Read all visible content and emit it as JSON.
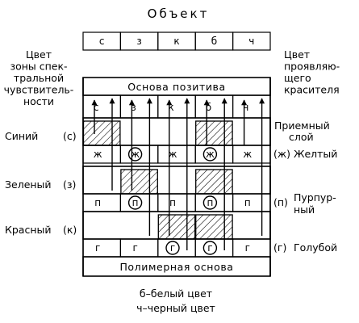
{
  "title": "Объект",
  "object_cells": [
    "с",
    "з",
    "к",
    "б",
    "ч"
  ],
  "left_header": [
    "Цвет",
    "зоны спек-",
    "тральной",
    "чувствитель-",
    "ности"
  ],
  "right_header": [
    "Цвет",
    "проявляю-",
    "щего",
    "красителя"
  ],
  "positive_base": "Основа позитива",
  "positive_cells": [
    "с",
    "з",
    "к",
    "б",
    "ч"
  ],
  "receiving_layer": [
    "Приемный",
    "слой"
  ],
  "layers": [
    {
      "left_label": "Синий",
      "left_code": "(с)",
      "dye_code": "(ж)",
      "dye_label": "Желтый",
      "cells": [
        "ж",
        "ж",
        "ж",
        "ж",
        "ж"
      ],
      "circled": [
        1,
        3
      ],
      "hatched": [
        0,
        3
      ]
    },
    {
      "left_label": "Зеленый",
      "left_code": "(з)",
      "dye_code": "(п)",
      "dye_label": [
        "Пурпур-",
        "ный"
      ],
      "cells": [
        "п",
        "п",
        "п",
        "п",
        "п"
      ],
      "circled": [
        1,
        3
      ],
      "hatched": [
        1,
        3
      ]
    },
    {
      "left_label": "Красный",
      "left_code": "(к)",
      "dye_code": "(г)",
      "dye_label": "Голубой",
      "cells": [
        "г",
        "г",
        "г",
        "г",
        "г"
      ],
      "circled": [
        2,
        3
      ],
      "hatched": [
        2,
        3
      ]
    }
  ],
  "polymer_base": "Полимерная основа",
  "legend": [
    "б–белый цвет",
    "ч–черный цвет"
  ]
}
